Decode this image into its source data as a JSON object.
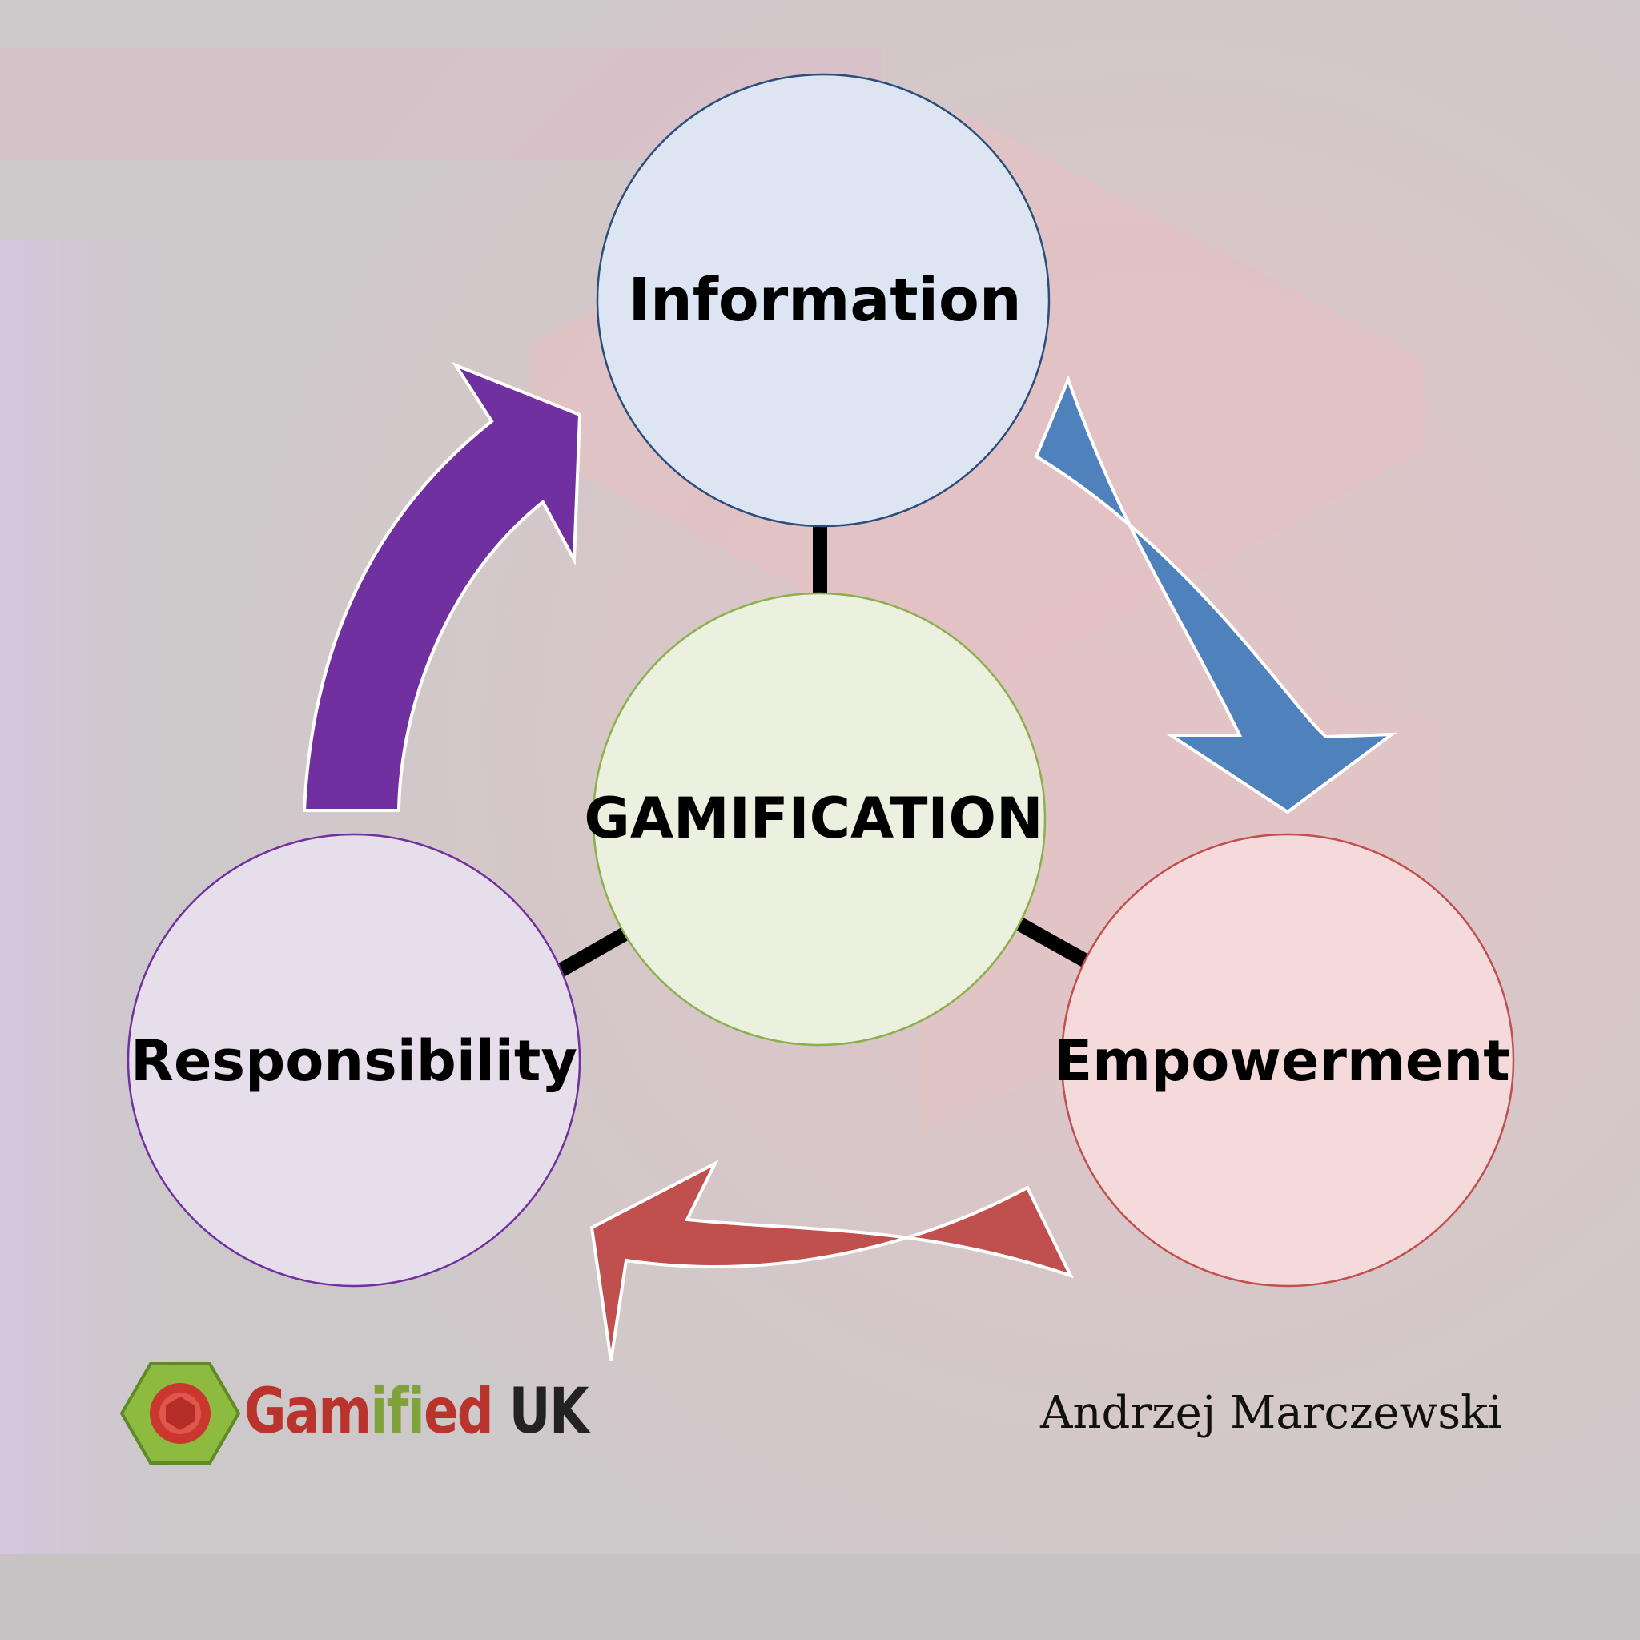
{
  "nodes": {
    "top": {
      "label": "Information",
      "fill": "#dde5f2",
      "stroke": "#2a4d7c"
    },
    "center": {
      "label": "GAMIFICATION",
      "fill": "#ebf0df",
      "stroke": "#8ab04a"
    },
    "right": {
      "label": "Empowerment",
      "fill": "#f4dadb",
      "stroke": "#c0504d"
    },
    "left": {
      "label": "Responsibility",
      "fill": "#e6dfeb",
      "stroke": "#7030a0"
    }
  },
  "arrows": {
    "top_to_right": {
      "color": "#4f81bd"
    },
    "right_to_left": {
      "color": "#c0504d"
    },
    "left_to_top": {
      "color": "#7030a0"
    }
  },
  "connector_color": "#000000",
  "brand": {
    "part1": "Gam",
    "part2": "ifi",
    "part3": "ed",
    "part4": " UK",
    "icon": "hexagon-logo-icon"
  },
  "author": "Andrzej Marczewski"
}
